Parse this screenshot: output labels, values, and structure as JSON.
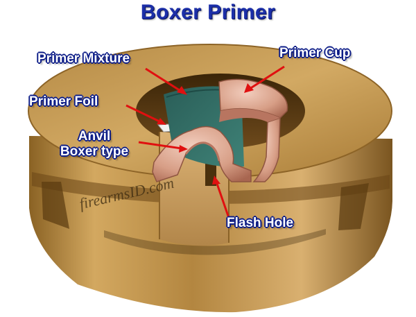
{
  "title": "Boxer Primer",
  "labels": {
    "primer_mixture": "Primer Mixture",
    "primer_cup": "Primer Cup",
    "primer_foil": "Primer Foil",
    "anvil_line1": "Anvil",
    "anvil_line2": "Boxer type",
    "flash_hole": "Flash Hole"
  },
  "watermark": "firearmsID.com",
  "colors": {
    "title": "#1c2fa8",
    "label_outline": "#0e1e88",
    "arrow": "#e01010",
    "brass": "#c69a55",
    "copper": "#d9a58e",
    "primer_mixture": "#2f6b64"
  }
}
